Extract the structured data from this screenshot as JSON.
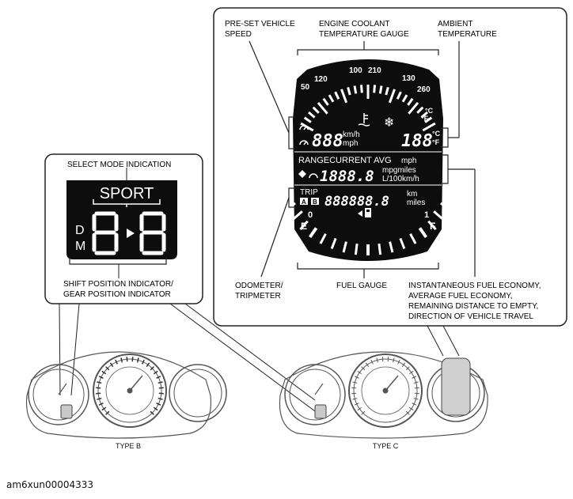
{
  "labels": {
    "preset_speed": [
      "PRE-SET VEHICLE",
      "SPEED"
    ],
    "coolant": [
      "ENGINE COOLANT",
      "TEMPERATURE GAUGE"
    ],
    "ambient": [
      "AMBIENT",
      "TEMPERATURE"
    ],
    "select_mode": "SELECT MODE INDICATION",
    "shift_position": [
      "SHIFT POSITION INDICATOR/",
      "GEAR POSITION INDICATOR"
    ],
    "odometer": [
      "ODOMETER/",
      "TRIPMETER"
    ],
    "fuel_gauge": "FUEL GAUGE",
    "fuel_economy": [
      "INSTANTANEOUS FUEL ECONOMY,",
      "AVERAGE FUEL ECONOMY,",
      "REMAINING DISTANCE TO EMPTY,",
      "DIRECTION OF VEHICLE TRAVEL"
    ],
    "type_b": "TYPE B",
    "type_c": "TYPE C"
  },
  "sport_display": {
    "mode": "SPORT",
    "letter_d": "D",
    "letter_m": "M"
  },
  "lcd": {
    "speed_ticks": [
      "50",
      "120",
      "100",
      "210",
      "130",
      "260"
    ],
    "temp_units": [
      "°C",
      "°F"
    ],
    "speed_digits": "888",
    "speed_units": [
      "km/h",
      "mph"
    ],
    "temp_digits": "188",
    "range_row": "RANGECURRENT AVG",
    "range_unit_top": "mph",
    "economy_digits": "1888.8",
    "economy_units": [
      "mpgmiles",
      "L/100km/h"
    ],
    "trip_label": "TRIP",
    "trip_a": "A",
    "trip_b": "B",
    "odo_digits": "888888.8",
    "odo_units": [
      "km",
      "miles"
    ],
    "fuel_empty": "E",
    "fuel_zero": "0",
    "fuel_one": "1",
    "fuel_full": "F"
  },
  "figure_id": "am6xun00004333"
}
